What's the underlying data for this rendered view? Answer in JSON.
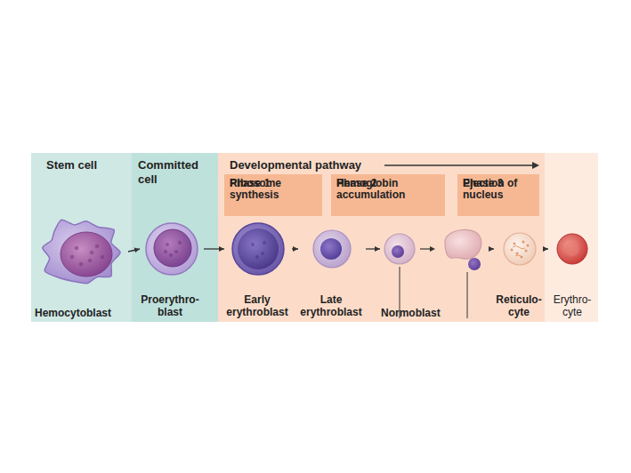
{
  "diagram": {
    "nodes": [
      {
        "text": [
          "Stem cell"
        ]
      },
      {
        "text": [
          "Hemocytoblast"
        ],
        "in": 0
      },
      {
        "text": [
          "Committed cell"
        ]
      },
      {
        "text": [
          "Proerythro- blast"
        ],
        "in": 2
      },
      {
        "text": [
          "Developmental pathway"
        ]
      },
      {
        "text": [
          "Phase 1",
          "Ribosome synthesis"
        ],
        "in": 4
      },
      {
        "text": [
          "Phase 2",
          "Hemoglobin accumulation"
        ],
        "in": 4
      },
      {
        "text": [
          "Phase 3",
          "Ejection of nucleus"
        ],
        "in": 4
      },
      {
        "text": [
          "Early erythroblast"
        ],
        "in": 4
      },
      {
        "text": [
          "Late erythroblast"
        ],
        "in": 4
      },
      {
        "text": [
          "Normoblast"
        ],
        "in": 4
      },
      {
        "text": [
          "Reticulo- cyte"
        ],
        "in": 4
      },
      {
        "text": [
          "Erythro- cyte"
        ]
      }
    ],
    "edges": [
      {
        "from": 1,
        "to": 3,
        "arrow": "to"
      },
      {
        "from": 3,
        "to": 8,
        "arrow": "to"
      },
      {
        "from": 8,
        "to": 9,
        "arrow": "to"
      },
      {
        "from": 9,
        "to": 10,
        "arrow": "to"
      },
      {
        "from": 10,
        "to": 11,
        "arrow": "to"
      },
      {
        "from": 11,
        "to": 12,
        "arrow": "to"
      }
    ]
  }
}
